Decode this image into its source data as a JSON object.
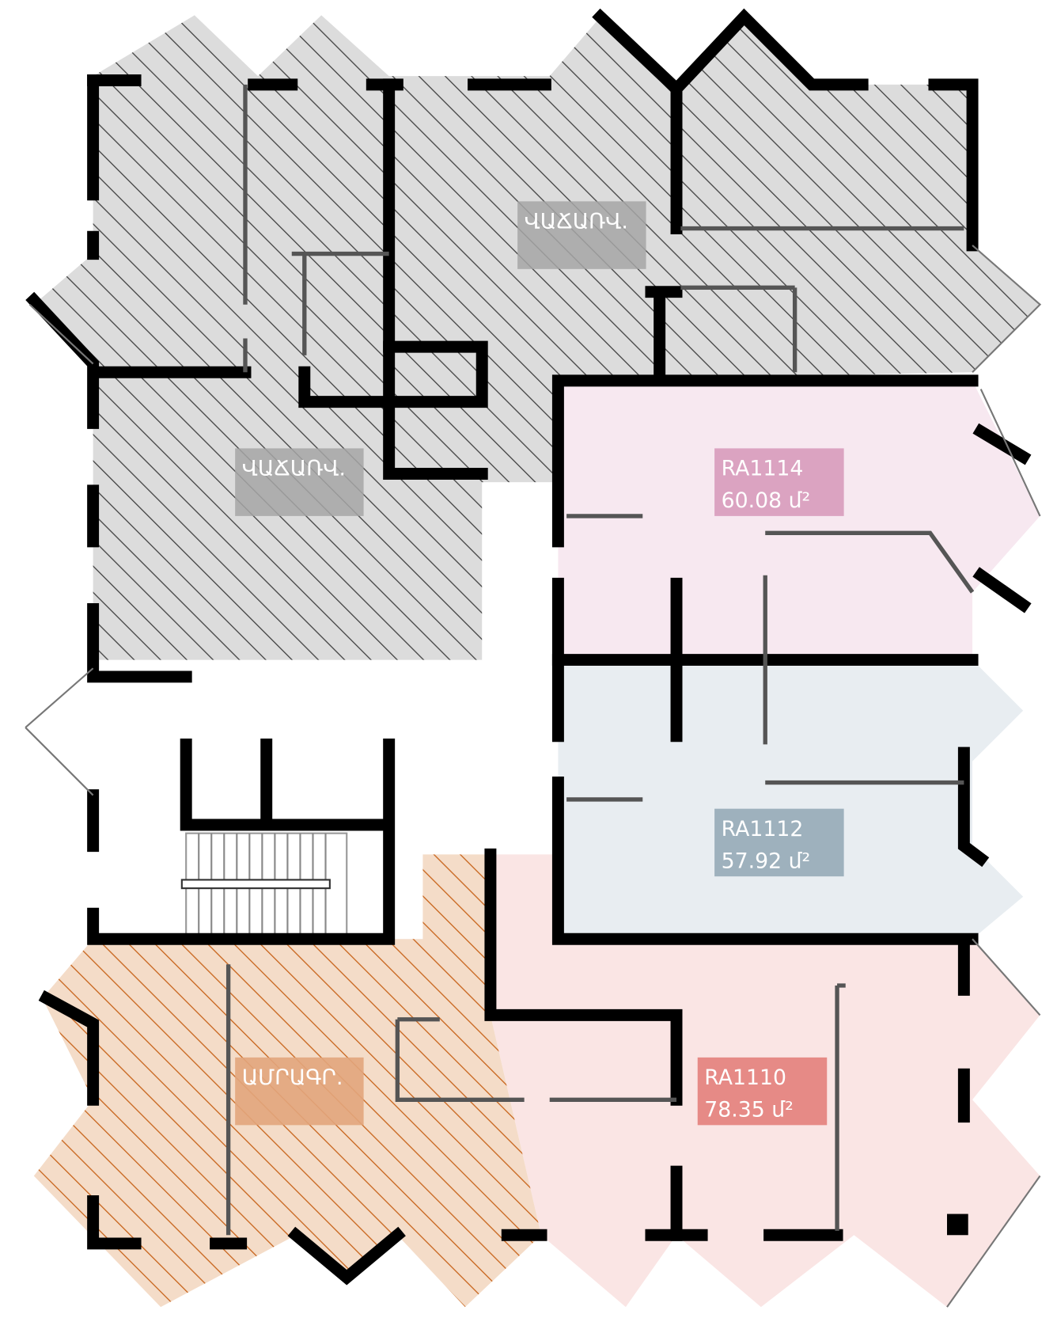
{
  "colors": {
    "sold_fill": "#dcdcdc",
    "sold_hatch": "#444444",
    "sold_label_bg": "#a6a6a6",
    "reserved_fill": "#f4dcc8",
    "reserved_hatch": "#c8661e",
    "reserved_label_bg": "#e2a57c",
    "ra1114_fill": "#f7e8f0",
    "ra1114_label_bg": "#dba3c1",
    "ra1112_fill": "#e8edf1",
    "ra1112_label_bg": "#9eb1bd",
    "ra1110_fill": "#fae5e4",
    "ra1110_label_bg": "#e68a86"
  },
  "labels": {
    "sold_top": "ՎԱՃԱՌՎ.",
    "sold_left": "ՎԱՃԱՌՎ.",
    "reserved": "ԱՄՐԱԳՐ."
  },
  "units": [
    {
      "id": "RA1114",
      "area": "60.08 մ²"
    },
    {
      "id": "RA1112",
      "area": "57.92 մ²"
    },
    {
      "id": "RA1110",
      "area": "78.35 մ²"
    }
  ]
}
